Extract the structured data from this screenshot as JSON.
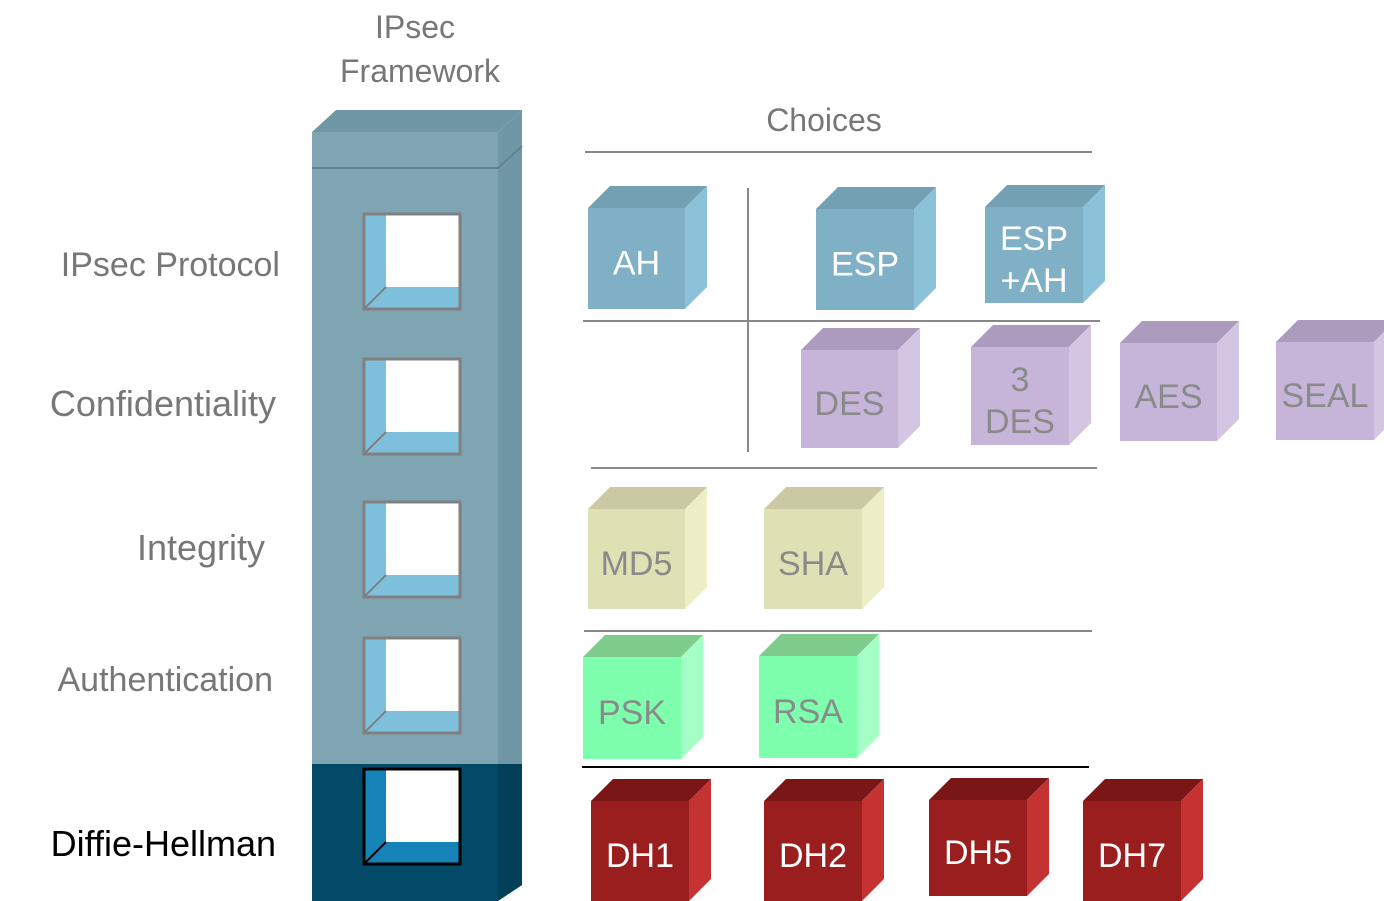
{
  "framework": {
    "title_line1": "IPsec",
    "title_line2": "Framework"
  },
  "choices_heading": "Choices",
  "rows": [
    {
      "name": "IPsec Protocol",
      "choices": [
        {
          "lines": [
            "AH"
          ]
        },
        {
          "lines": [
            "ESP"
          ]
        },
        {
          "lines": [
            "ESP",
            "+AH"
          ]
        }
      ]
    },
    {
      "name": "Confidentiality",
      "choices": [
        {
          "lines": [
            "DES"
          ]
        },
        {
          "lines": [
            "3",
            "DES"
          ]
        },
        {
          "lines": [
            "AES"
          ]
        },
        {
          "lines": [
            "SEAL"
          ]
        }
      ]
    },
    {
      "name": "Integrity",
      "choices": [
        {
          "lines": [
            "MD5"
          ]
        },
        {
          "lines": [
            "SHA"
          ]
        }
      ]
    },
    {
      "name": "Authentication",
      "choices": [
        {
          "lines": [
            "PSK"
          ]
        },
        {
          "lines": [
            "RSA"
          ]
        }
      ]
    },
    {
      "name": "Diffie-Hellman",
      "choices": [
        {
          "lines": [
            "DH1"
          ]
        },
        {
          "lines": [
            "DH2"
          ]
        },
        {
          "lines": [
            "DH5"
          ]
        },
        {
          "lines": [
            "DH7"
          ]
        }
      ]
    }
  ],
  "colors": {
    "column": "#7fa4b2",
    "column_top": "#6f97a5",
    "column_highlight": "#034a68",
    "slot_inner": "#7ec0dc",
    "slot_inner_highlight": "#1683b8",
    "protocol_face": "#7fb0c6",
    "protocol_side": "#8cc2d9",
    "protocol_top": "#73a0b3",
    "confidentiality_face": "#c6b5d8",
    "confidentiality_side": "#d4c6e3",
    "confidentiality_top": "#ac9bbd",
    "integrity_face": "#e0e0b5",
    "integrity_side": "#eeeec6",
    "integrity_top": "#cac9a4",
    "authentication_face": "#7effad",
    "authentication_side": "#a4ffc5",
    "authentication_top": "#7fcc8c",
    "dh_face": "#9b1e1e",
    "dh_side": "#c43232",
    "dh_top": "#7a1616",
    "muted_text": "#777777",
    "dark_text": "#000000",
    "rule": "#888888"
  }
}
